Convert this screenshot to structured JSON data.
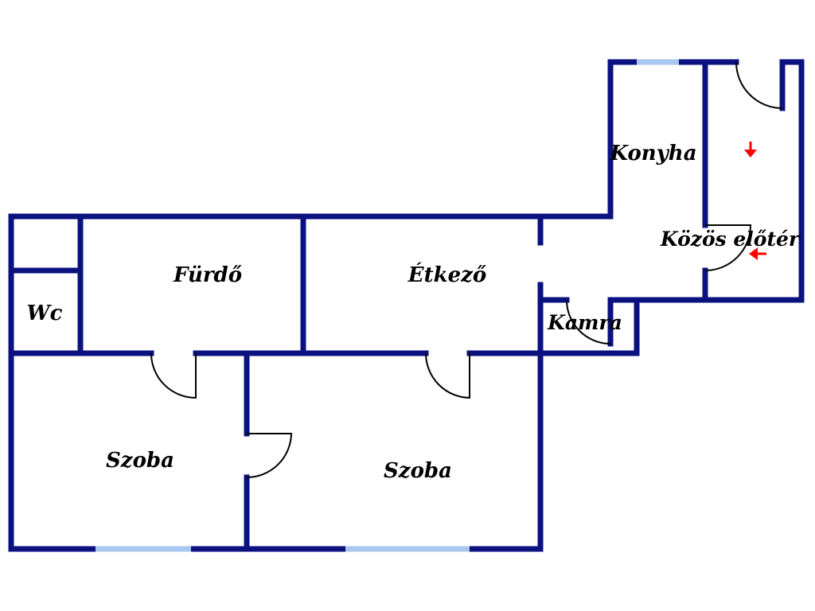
{
  "colors": {
    "wall": "#0b1280",
    "window": "#a9c6ee",
    "door": "#000000",
    "arrow": "#ff0000",
    "background": "#ffffff"
  },
  "rooms": {
    "wc": "Wc",
    "furdo": "Fürdő",
    "etkezo": "Étkező",
    "konyha": "Konyha",
    "kozos_eloter": "Közös előtér",
    "kamra": "Kamra",
    "szoba_left": "Szoba",
    "szoba_middle": "Szoba"
  },
  "icons": {
    "entrance_arrow_down": "arrow-down-icon",
    "entrance_arrow_left": "arrow-left-icon"
  }
}
